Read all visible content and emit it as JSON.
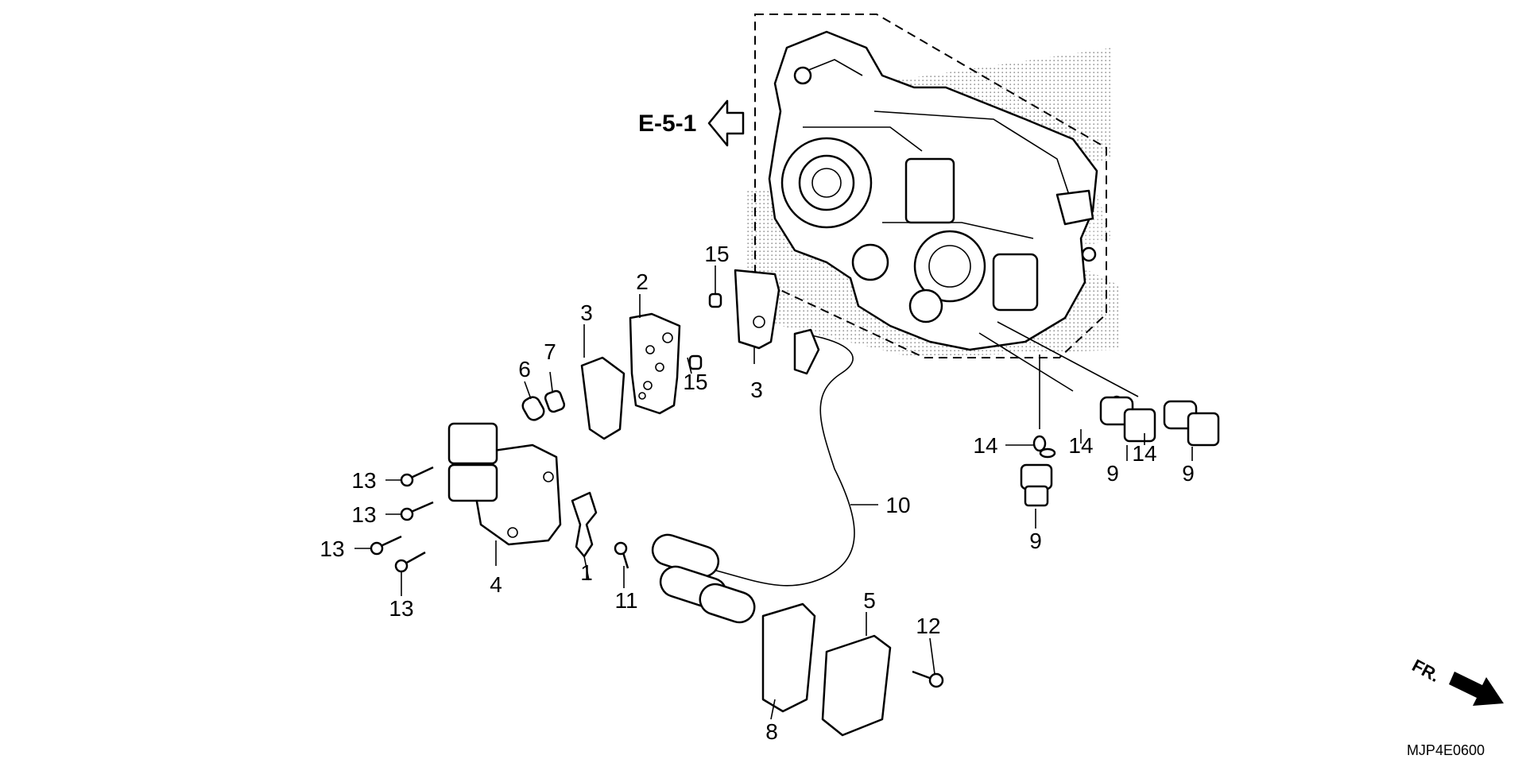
{
  "reference": {
    "label": "E-5-1"
  },
  "direction": {
    "label": "FR."
  },
  "diagram_code": "MJP4E0600",
  "callouts": {
    "c1": "1",
    "c2": "2",
    "c3a": "3",
    "c3b": "3",
    "c4": "4",
    "c5": "5",
    "c6": "6",
    "c7": "7",
    "c8": "8",
    "c9a": "9",
    "c9b": "9",
    "c9c": "9",
    "c10": "10",
    "c11": "11",
    "c12": "12",
    "c13a": "13",
    "c13b": "13",
    "c13c": "13",
    "c13d": "13",
    "c14a": "14",
    "c14b": "14",
    "c14c": "14",
    "c15a": "15",
    "c15b": "15"
  },
  "colors": {
    "line": "#000000",
    "background": "#ffffff",
    "stipple": "#888888"
  }
}
